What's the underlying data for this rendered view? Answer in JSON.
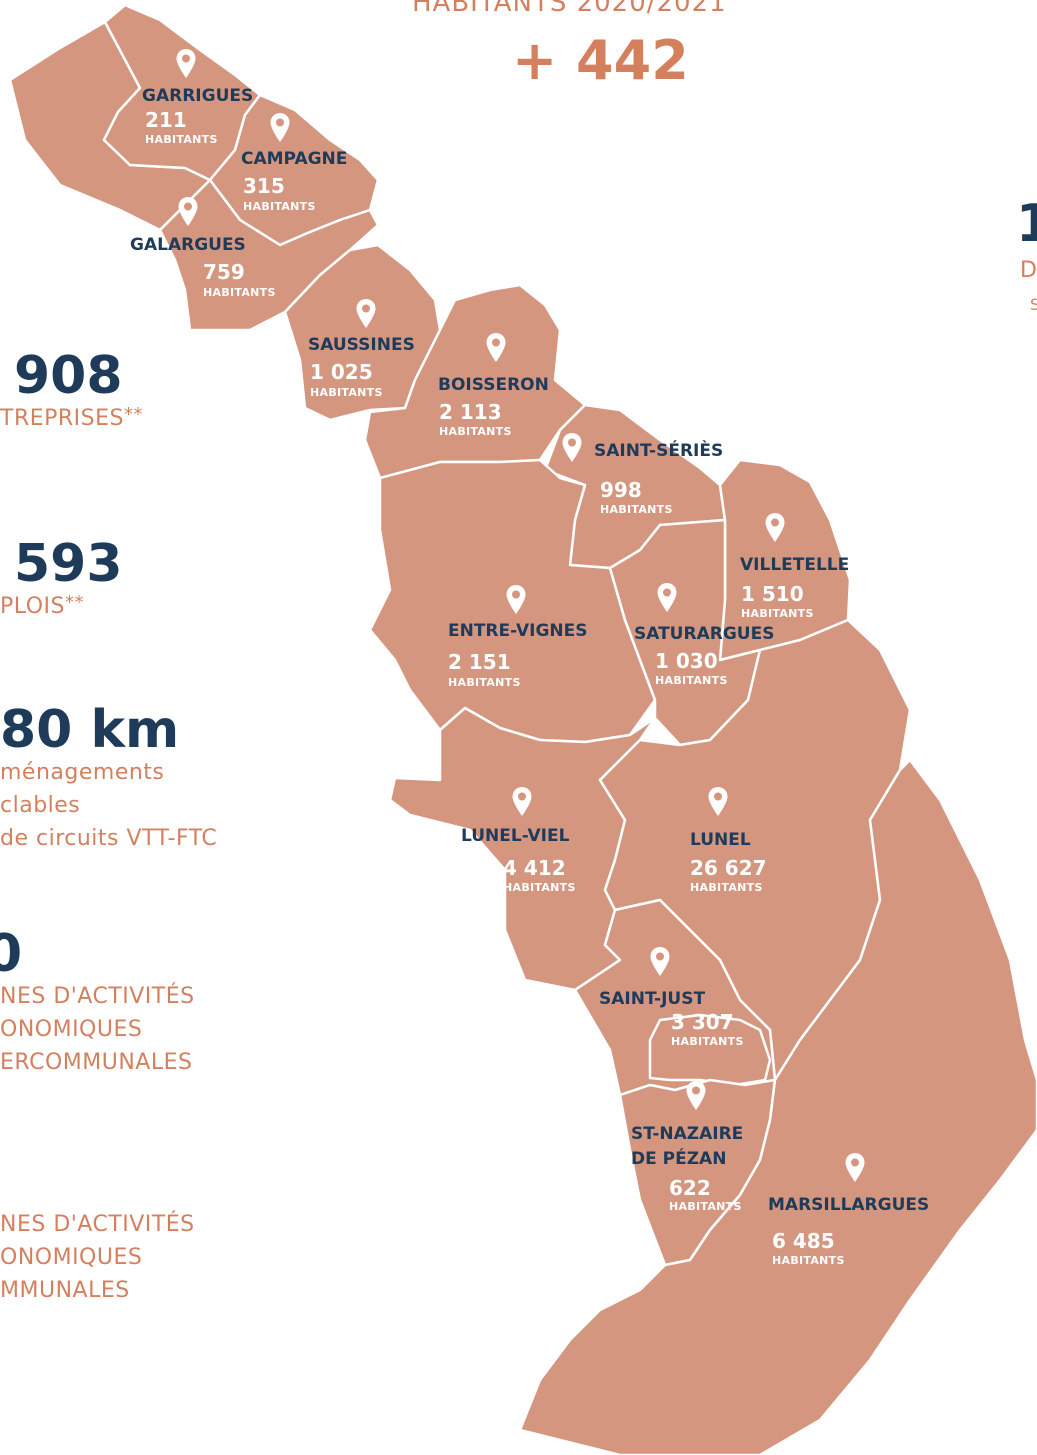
{
  "header": {
    "subtitle": "HABITANTS 2020/2021",
    "delta": "+ 442"
  },
  "left_stats": {
    "companies": {
      "number": "908",
      "label": "TREPRISES",
      "note": "**"
    },
    "jobs": {
      "number": "593",
      "label": "PLOIS",
      "note": "**"
    },
    "cycling": {
      "number": "80 km",
      "lines": [
        "ménagements",
        "clables",
        "de circuits VTT-FTC"
      ]
    },
    "zones_inter": {
      "number": "0",
      "lines": [
        "NES D'ACTIVITÉS",
        "ONOMIQUES",
        "ERCOMMUNALES"
      ]
    },
    "zones_communal": {
      "lines": [
        "NES D'ACTIVITÉS",
        "ONOMIQUES",
        "MMUNALES"
      ]
    }
  },
  "right_stats": {
    "number": "1",
    "line1": "D",
    "line2": "S"
  },
  "colors": {
    "map_fill": "#d59680",
    "border": "#ffffff",
    "name_text": "#1f3b5a",
    "accent": "#d4805f"
  },
  "towns": [
    {
      "name": "GARRIGUES",
      "population": "211",
      "unit": "HABITANTS"
    },
    {
      "name": "CAMPAGNE",
      "population": "315",
      "unit": "HABITANTS"
    },
    {
      "name": "GALARGUES",
      "population": "759",
      "unit": "HABITANTS"
    },
    {
      "name": "SAUSSINES",
      "population": "1 025",
      "unit": "HABITANTS"
    },
    {
      "name": "BOISSERON",
      "population": "2 113",
      "unit": "HABITANTS"
    },
    {
      "name": "SAINT-SÉRIÈS",
      "population": "998",
      "unit": "HABITANTS"
    },
    {
      "name": "VILLETELLE",
      "population": "1 510",
      "unit": "HABITANTS"
    },
    {
      "name": "ENTRE-VIGNES",
      "population": "2 151",
      "unit": "HABITANTS"
    },
    {
      "name": "SATURARGUES",
      "population": "1 030",
      "unit": "HABITANTS"
    },
    {
      "name": "LUNEL-VIEL",
      "population": "4 412",
      "unit": "HABITANTS"
    },
    {
      "name": "LUNEL",
      "population": "26 627",
      "unit": "HABITANTS"
    },
    {
      "name": "SAINT-JUST",
      "population": "3 307",
      "unit": "HABITANTS"
    },
    {
      "name": "ST-NAZAIRE",
      "name2": "DE PÉZAN",
      "population": "622",
      "unit": "HABITANTS"
    },
    {
      "name": "MARSILLARGUES",
      "population": "6 485",
      "unit": "HABITANTS"
    }
  ]
}
